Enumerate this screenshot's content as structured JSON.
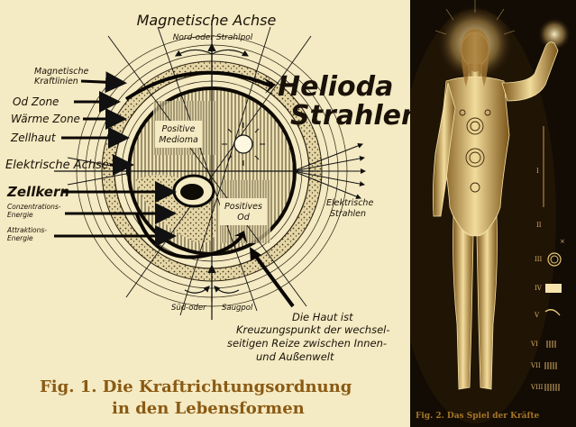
{
  "figure1": {
    "top_title": "Magnetische Achse",
    "pole_north": "Nord-oder Strahlpol",
    "big_title_line1": "Helioda",
    "big_title_line2": "Strahlen",
    "left_labels": [
      "Magnetische",
      "Kraftlinien",
      "Od Zone",
      "Wärme Zone",
      "Zellhaut",
      "Elektrische Achse",
      "Zellkern",
      "Conzentrations-",
      "Energie",
      "Attraktions-",
      "Energie"
    ],
    "inner_label1_line1": "Positive",
    "inner_label1_line2": "Medioma",
    "inner_label2_line1": "Positives",
    "inner_label2_line2": "Od",
    "right_label_line1": "Elektrische",
    "right_label_line2": "Strahlen",
    "pole_south_1": "Süd-oder",
    "pole_south_2": "Saugpol",
    "note_lines": [
      "Die Haut ist",
      "Kreuzungspunkt der wechsel-",
      "seitigen Reize zwischen Innen-",
      "und Außenwelt"
    ],
    "caption_line1": "Fig. 1. Die Kraftrichtungsordnung",
    "caption_line2": "in den Lebensformen"
  },
  "figure2": {
    "scale_labels": [
      "I",
      "II",
      "×",
      "III",
      "IV",
      "V",
      "VI",
      "VII",
      "VIII"
    ],
    "caption": "Fig. 2.   Das Spiel der Kräfte"
  }
}
